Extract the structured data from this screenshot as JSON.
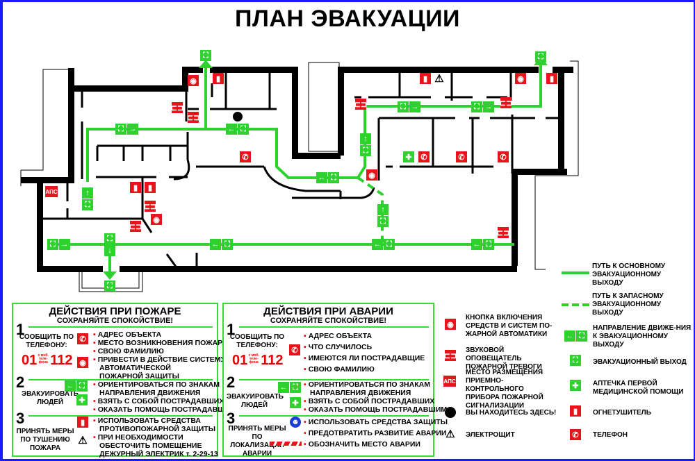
{
  "title": "ПЛАН ЭВАКУАЦИИ",
  "fire_panel": {
    "heading": "ДЕЙСТВИЯ ПРИ ПОЖАРЕ",
    "subheading": "СОХРАНЯЙТЕ СПОКОЙСТВИЕ!",
    "steps": [
      {
        "number": "1",
        "label": "СООБЩИТЬ ПО ТЕЛЕФОНУ:",
        "phone_main": "01",
        "phone_note": "с моб. теле- фона",
        "phone_mobile": "112",
        "items": [
          "АДРЕС ОБЪЕКТА",
          "МЕСТО ВОЗНИКНОВЕНИЯ ПОЖАРА",
          "СВОЮ ФАМИЛИЮ",
          "ПРИВЕСТИ В ДЕЙСТВИЕ СИСТЕМУ",
          "АВТОМАТИЧЕСКОЙ",
          "ПОЖАРНОЙ ЗАЩИТЫ"
        ]
      },
      {
        "number": "2",
        "label": "ЭВАКУИРОВАТЬ ЛЮДЕЙ",
        "items": [
          "ОРИЕНТИРОВАТЬСЯ ПО ЗНАКАМ",
          "НАПРАВЛЕНИЯ ДВИЖЕНИЯ",
          "ВЗЯТЬ С СОБОЙ ПОСТРАДАВШИХ",
          "ОКАЗАТЬ ПОМОЩЬ ПОСТРАДАВШИМ"
        ]
      },
      {
        "number": "3",
        "label": "ПРИНЯТЬ МЕРЫ ПО ТУШЕНИЮ ПОЖАРА",
        "items": [
          "ИСПОЛЬЗОВАТЬ СРЕДСТВА",
          "ПРОТИВОПОЖАРНОЙ ЗАЩИТЫ",
          "ПРИ НЕОБХОДИМОСТИ",
          "ОБЕСТОЧИТЬ ПОМЕЩЕНИЕ",
          "ДЕЖУРНЫЙ ЭЛЕКТРИК т. 2-29-13"
        ]
      }
    ]
  },
  "accident_panel": {
    "heading": "ДЕЙСТВИЯ ПРИ АВАРИИ",
    "subheading": "СОХРАНЯЙТЕ СПОКОЙСТВИЕ!",
    "steps": [
      {
        "number": "1",
        "label": "СООБЩИТЬ ПО ТЕЛЕФОНУ:",
        "phone_main": "01",
        "phone_note": "с моб. теле- фона",
        "phone_mobile": "112",
        "items": [
          "АДРЕС ОБЪЕКТА",
          "ЧТО СЛУЧИЛОСЬ",
          "ИМЕЮТСЯ ЛИ ПОСТРАДАВЩИЕ",
          "СВОЮ ФАМИЛИЮ"
        ]
      },
      {
        "number": "2",
        "label": "ЭВАКУИРОВАТЬ ЛЮДЕЙ",
        "items": [
          "ОРИЕНТИРОВАТЬСЯ ПО ЗНАКАМ",
          "НАПРАВЛЕНИЯ ДВИЖЕНИЯ",
          "ВЗЯТЬ С СОБОЙ ПОСТРАДАВШИХ",
          "ОКАЗАТЬ ПОМОЩЬ ПОСТРАДАВШИМ"
        ]
      },
      {
        "number": "3",
        "label": "ПРИНЯТЬ МЕРЫ ПО ЛОКАЛИЗАЦИИ АВАРИИ",
        "items": [
          "ИСПОЛЬЗОВАТЬ СРЕДСТВА ЗАЩИТЫ",
          "ПРЕДОТВРАТИТЬ РАЗВИТИЕ АВАРИИ",
          "ОБОЗНАЧИТЬ МЕСТО АВАРИИ"
        ]
      }
    ]
  },
  "legend": {
    "main_route": "ПУТЬ К ОСНОВНОМУ ЭВАКУАЦИОННОМУ ВЫХОДУ",
    "spare_route": "ПУТЬ К ЗАПАСНОМУ ЭВАКУАЦИОННОМУ ВЫХОДУ",
    "items": [
      {
        "icon": "fire-alarm-button-icon",
        "text": "КНОПКА ВКЛЮЧЕНИЯ СРЕДСТВ И СИСТЕМ ПО-ЖАРНОЙ АВТОМАТИКИ"
      },
      {
        "icon": "siren-icon",
        "text": "ЗВУКОВОЙ ОПОВЕЩАТЕЛЬ ПОЖАРНОЙ ТРЕВОГИ"
      },
      {
        "icon": "aps-panel-icon",
        "icon_text": "АПС",
        "text": "МЕСТО РАЗМЕЩЕНИЯ ПРИЕМНО-КОНТРОЛЬНОГО ПРИБОРА ПОЖАРНОЙ СИГНАЛИЗАЦИИ"
      },
      {
        "icon": "you-are-here-icon",
        "text": "ВЫ НАХОДИТЕСЬ ЗДЕСЬ!"
      },
      {
        "icon": "electric-panel-icon",
        "text": "ЭЛЕКТРОЩИТ"
      },
      {
        "icon": "direction-arrow-icon",
        "text": "НАПРАВЛЕНИЕ ДВИЖЕ-НИЯ К ЭВАКУАЦИОННОМУ ВЫХОДУ"
      },
      {
        "icon": "emergency-exit-icon",
        "text": "ЭВАКУАЦИОННЫЙ ВЫХОД"
      },
      {
        "icon": "first-aid-icon",
        "text": "АПТЕЧКА ПЕРВОЙ МЕДИЦИНСКОЙ ПОМОЩИ"
      },
      {
        "icon": "extinguisher-icon",
        "text": "ОГНЕТУШИТЕЛЬ"
      },
      {
        "icon": "phone-icon",
        "text": "ТЕЛЕФОН"
      }
    ]
  },
  "plan": {
    "aps_label": "АПС"
  },
  "colors": {
    "route": "#2fd12f",
    "sign_red": "#e8141b",
    "border": "#1a1aff",
    "wall": "#000000"
  }
}
